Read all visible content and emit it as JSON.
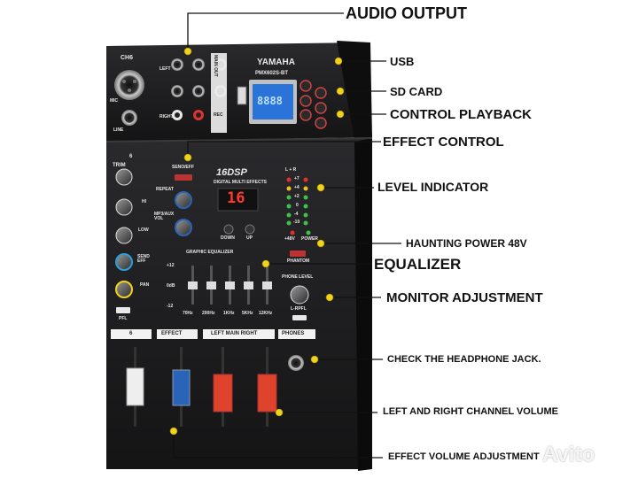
{
  "callouts": {
    "audio_output": "AUDIO OUTPUT",
    "usb": "USB",
    "sd_card": "SD CARD",
    "control_playback": "CONTROL PLAYBACK",
    "effect_control": "EFFECT CONTROL",
    "level_indicator": "LEVEL INDICATOR",
    "phantom_power": "HAUNTING POWER 48V",
    "equalizer": "EQUALIZER",
    "monitor_adjustment": "MONITOR ADJUSTMENT",
    "headphone_jack": "CHECK THE HEADPHONE JACK.",
    "channel_volume": "LEFT AND RIGHT CHANNEL VOLUME",
    "effect_volume": "EFFECT VOLUME ADJUSTMENT"
  },
  "device": {
    "brand": "YAMAHA",
    "model": "PMX602S-BT",
    "channel": "CH6",
    "mic": "MIC",
    "line": "LINE",
    "trim": "TRIM",
    "hi": "HI",
    "low": "LOW",
    "send_eff": "SEND EFF",
    "pan": "PAN",
    "pfl": "PFL",
    "ch_number": "6",
    "seno_eff": "SENO/EFF",
    "repeat": "REPEAT",
    "mp3_aux_vol": "MP3/AUX VOL",
    "dsp_title": "16DSP",
    "dsp_subtitle": "DIGITAL MULTI EFFECTS",
    "dsp_display": "16",
    "down": "DOWN",
    "up": "UP",
    "graphic_eq": "GRAPHIC EQUALIZER",
    "eq_bands": [
      "70Hz",
      "200Hz",
      "1KHz",
      "5KHz",
      "12KHz"
    ],
    "eq_plus": "+12",
    "eq_zero": "0dB",
    "eq_minus": "-12",
    "level_lr": "L + R",
    "level_steps": [
      "+7",
      "+4",
      "+2",
      "0",
      "-4",
      "-10"
    ],
    "v48": "+48V",
    "power": "POWER",
    "phantom": "PHANTOM",
    "phone_level": "PHONE LEVEL",
    "l_rpfl": "L-RPFL",
    "effect": "EFFECT",
    "left_main_right": "LEFT MAIN RIGHT",
    "phones": "PHONES",
    "out_left": "LEFT",
    "out_right": "RIGHT",
    "main_out": "MAIN OUT",
    "rec": "REC",
    "lcd_text": "8888"
  },
  "watermark": "Avito",
  "colors": {
    "callout_dot": "#f2d21a",
    "panel": "#1d1d1f",
    "fader_red": "#e0432b",
    "fader_blue": "#2a64b8",
    "lcd": "#2a73d8",
    "led_green": "#3ec04a",
    "led_red": "#e03030",
    "led_yellow": "#f0c020"
  }
}
